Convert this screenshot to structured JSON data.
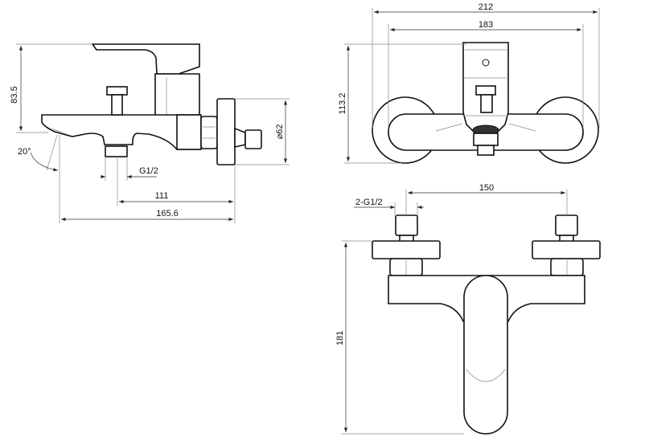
{
  "side_view": {
    "height_dim": "83.5",
    "flange_diameter_dim": "⌀62",
    "angle_dim": "20°",
    "outlet_thread_dim": "G1/2",
    "outlet_to_wall_dim": "111",
    "total_depth_dim": "165.6"
  },
  "top_view": {
    "overall_width_dim": "212",
    "body_width_dim": "183",
    "depth_dim": "113.2"
  },
  "front_view": {
    "inlet_spacing_dim": "150",
    "inlet_thread_dim": "2-G1/2",
    "height_dim": "181"
  }
}
